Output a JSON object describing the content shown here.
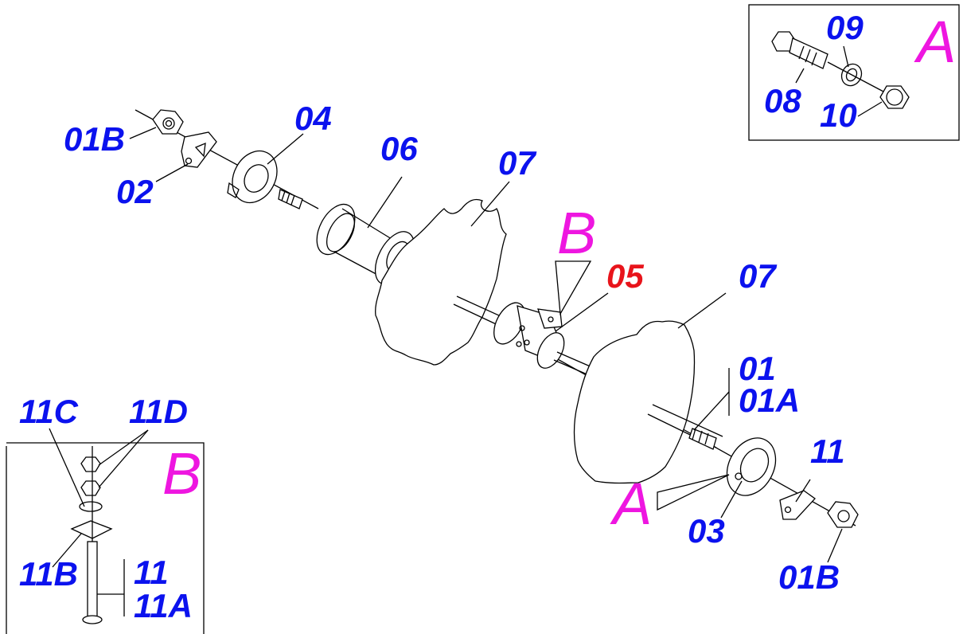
{
  "colors": {
    "part_label": "#0b12ee",
    "highlight_label": "#e8141b",
    "detail_letter": "#ee16e0",
    "line": "#000000"
  },
  "labels": {
    "top_left_01b": "01B",
    "p02": "02",
    "p04": "04",
    "p06": "06",
    "p07_left": "07",
    "p05": "05",
    "p07_right": "07",
    "p01": "01",
    "p01a": "01A",
    "p11": "11",
    "p03": "03",
    "bottom_right_01b": "01B"
  },
  "detail_a": {
    "letter": "A",
    "p08": "08",
    "p09": "09",
    "p10": "10"
  },
  "detail_b": {
    "letter": "B",
    "p11c": "11C",
    "p11d": "11D",
    "p11b": "11B",
    "p11": "11",
    "p11a": "11A"
  },
  "callouts": {
    "letter_a": "A",
    "letter_b": "B"
  }
}
